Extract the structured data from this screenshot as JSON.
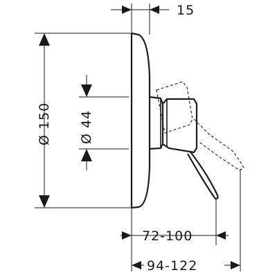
{
  "dimensions": {
    "top_depth": "15",
    "plate_diameter": "Ø 150",
    "body_diameter": "Ø 44",
    "lever_projection": "72-100",
    "total_projection": "94-122"
  },
  "colors": {
    "line": "#1a1a1a",
    "background": "#ffffff"
  }
}
